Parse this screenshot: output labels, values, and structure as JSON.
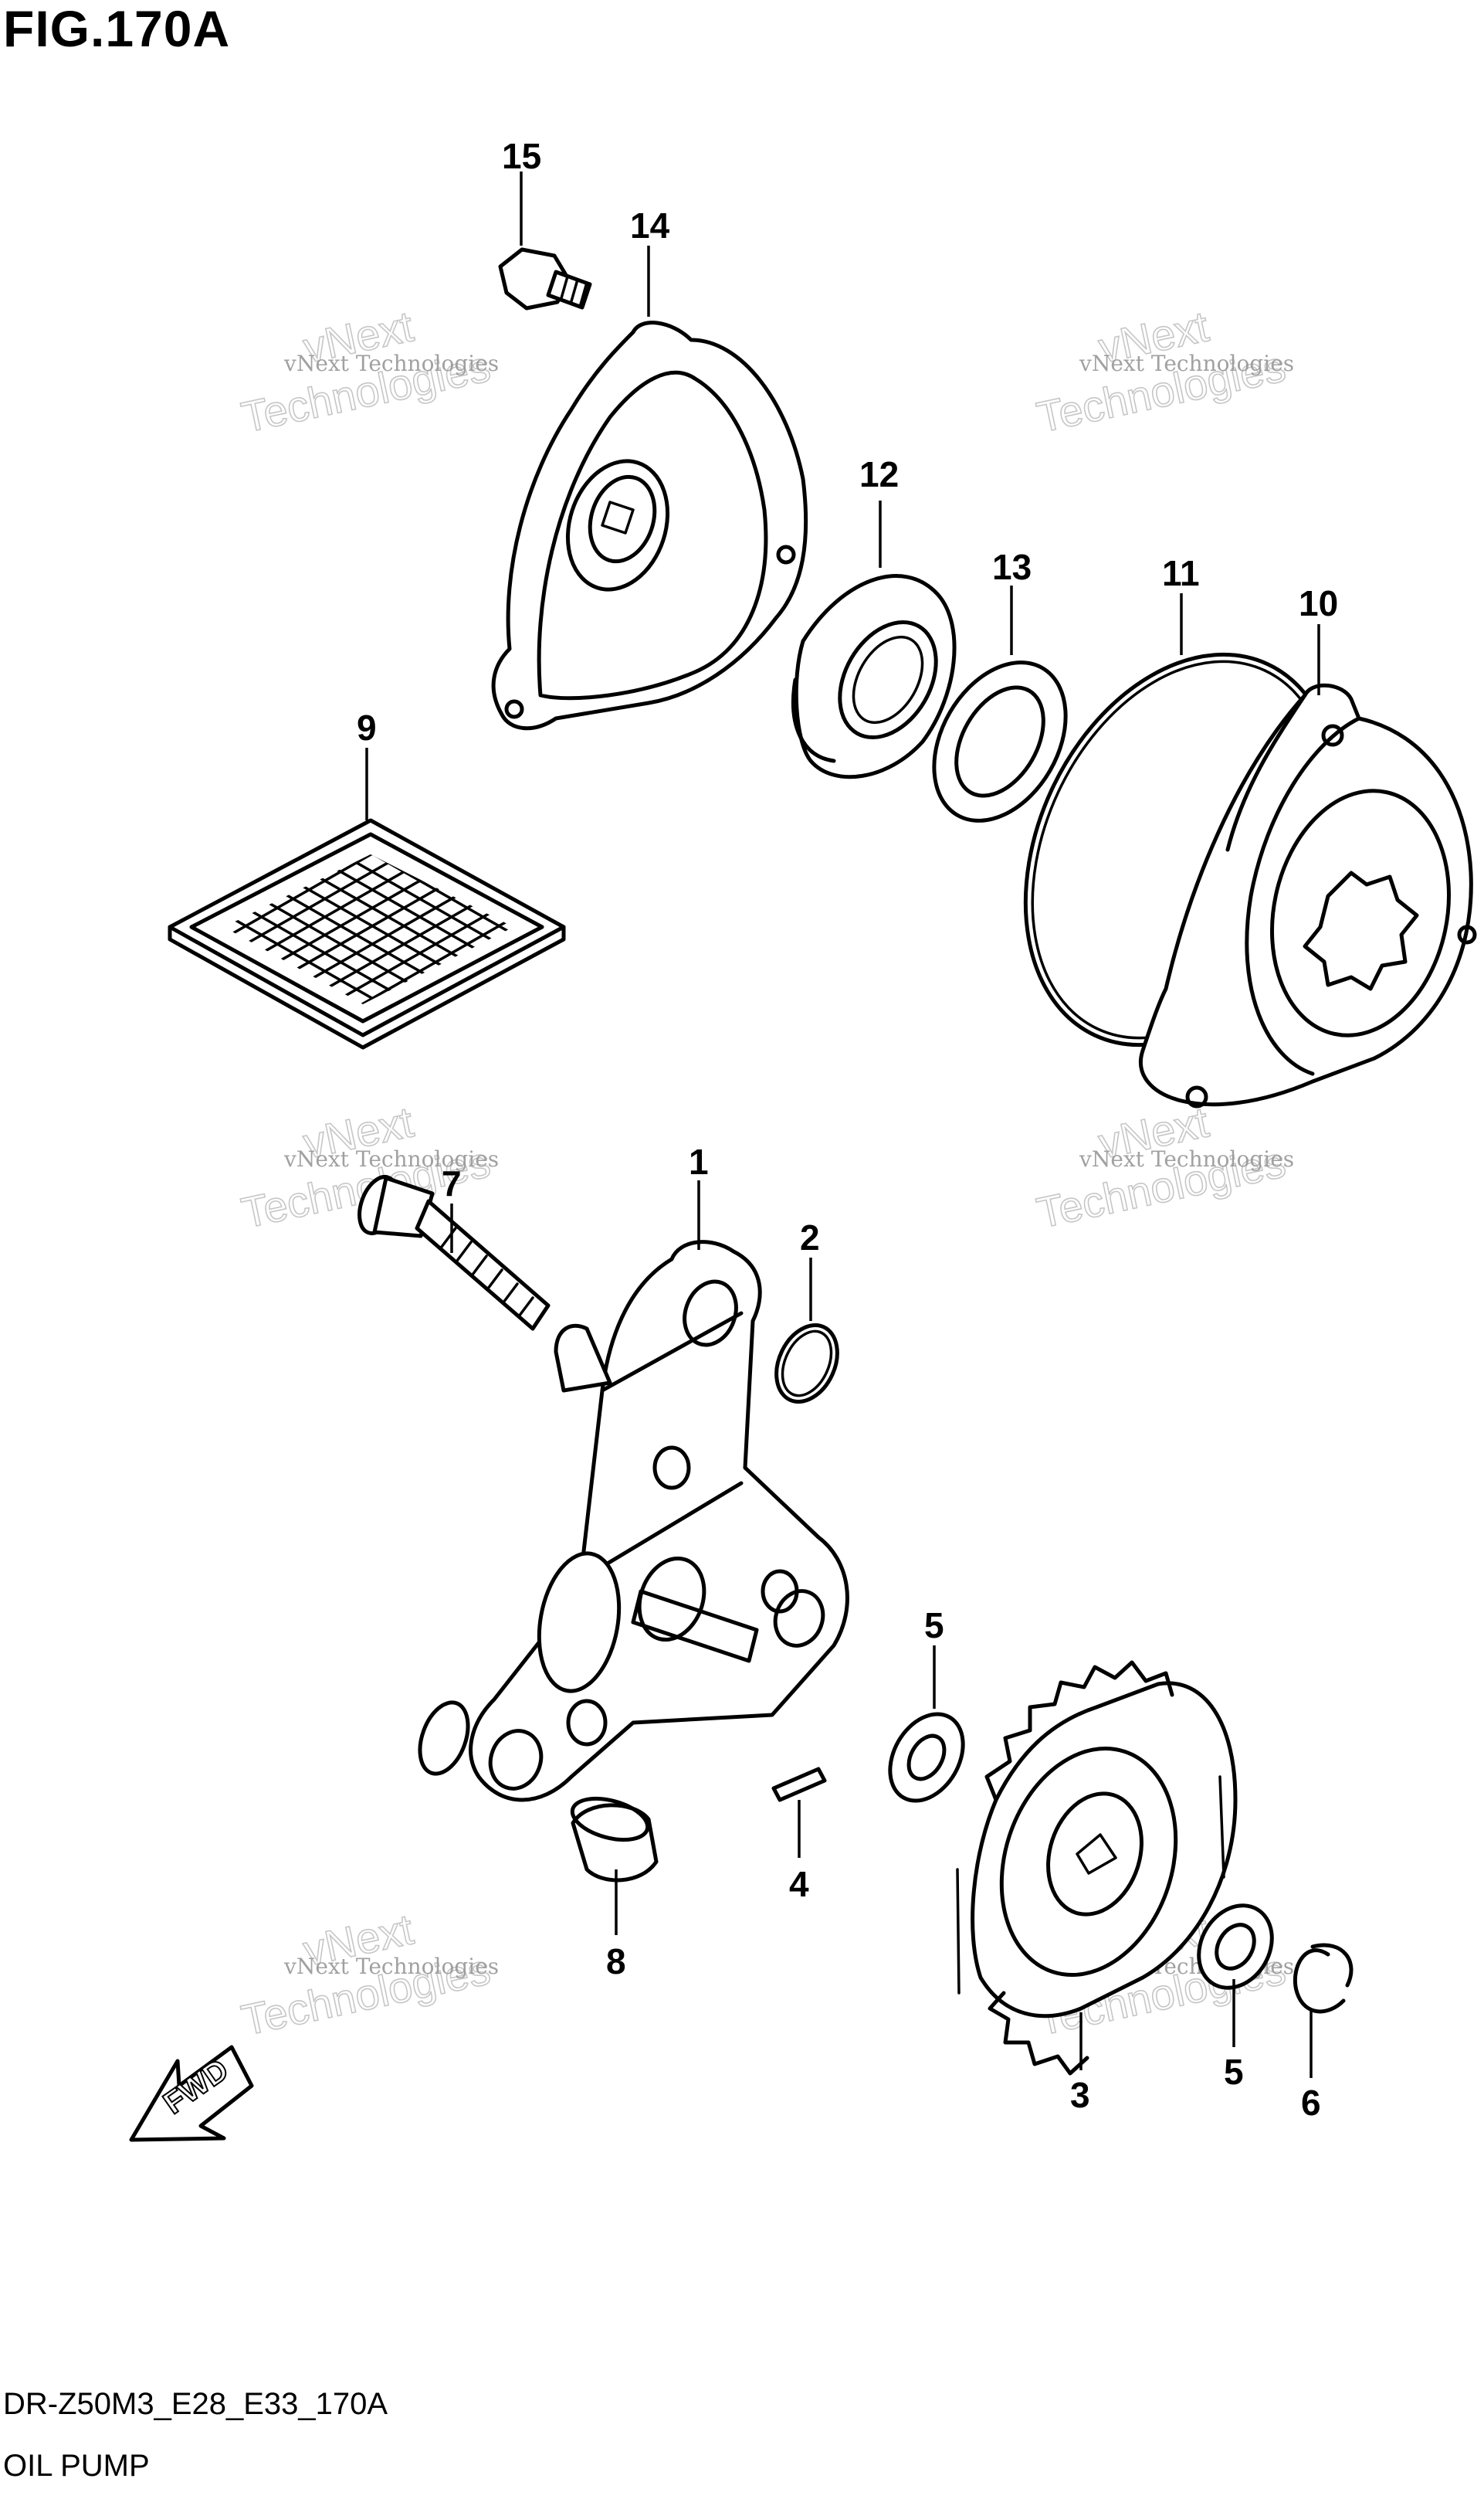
{
  "figure": {
    "title": "FIG.170A",
    "code": "DR-Z50M3_E28_E33_170A",
    "name": "OIL PUMP"
  },
  "fwd_label": "FWD",
  "watermark": {
    "line1": "vNext Technologies",
    "line2": "Technologies",
    "line3": "vNext"
  },
  "callouts": {
    "c1": "1",
    "c2": "2",
    "c3": "3",
    "c4": "4",
    "c5a": "5",
    "c5b": "5",
    "c6": "6",
    "c7": "7",
    "c8": "8",
    "c9": "9",
    "c10": "10",
    "c11": "11",
    "c12": "12",
    "c13": "13",
    "c14": "14",
    "c15": "15"
  }
}
